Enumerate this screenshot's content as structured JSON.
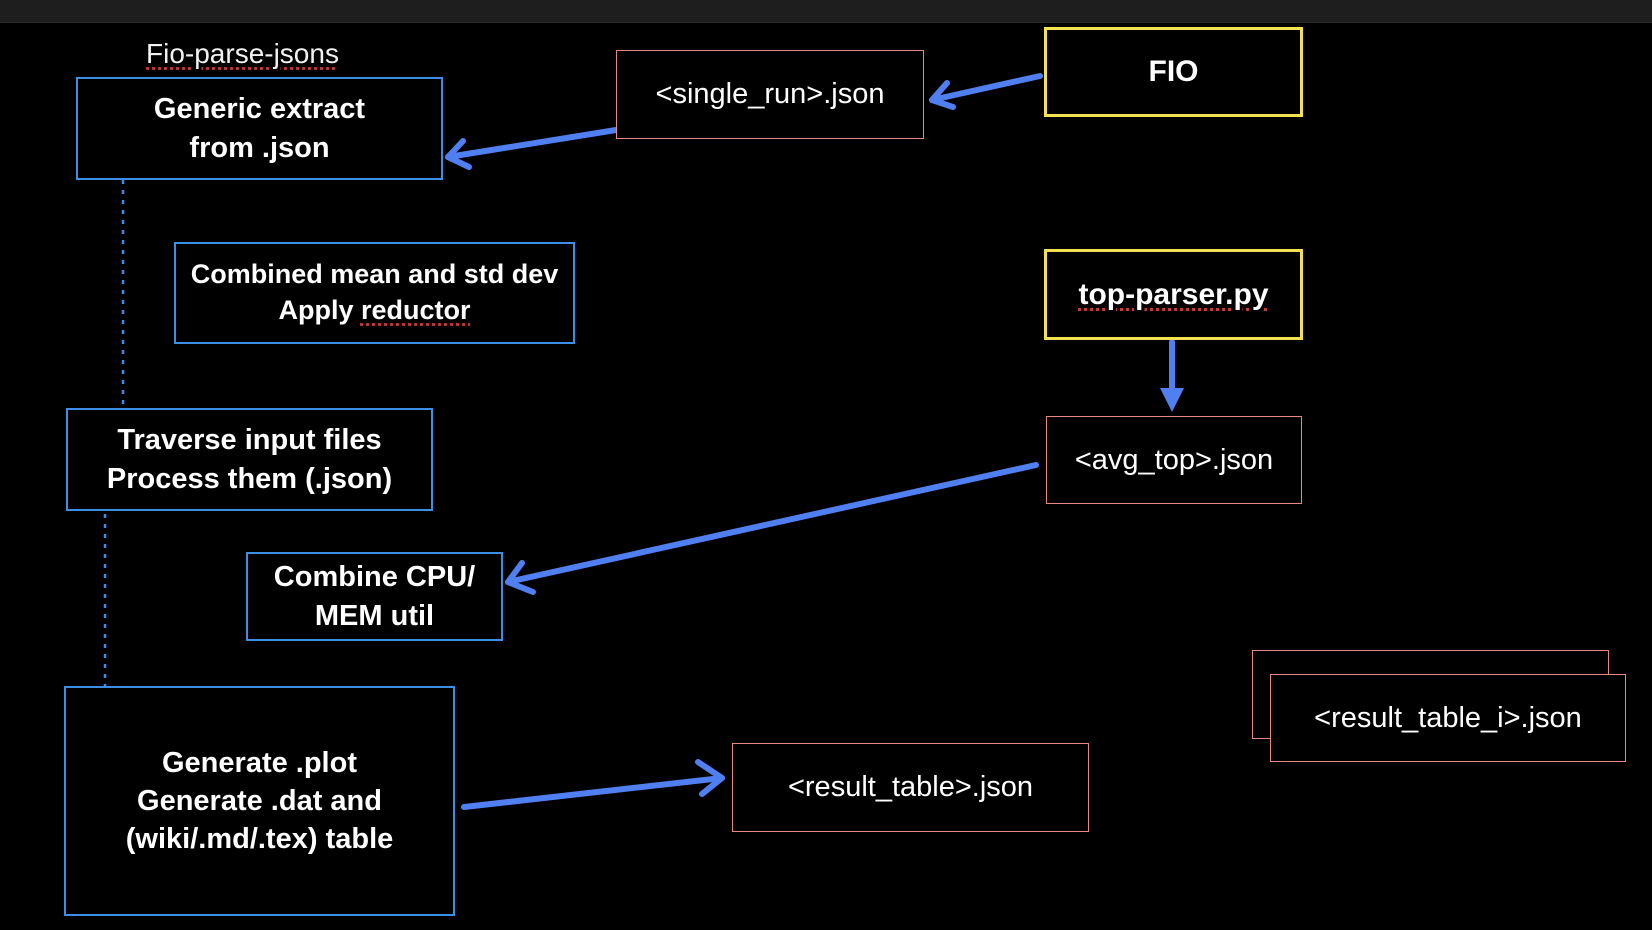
{
  "title": "Fio-parse-jsons",
  "nodes": {
    "generic_extract": {
      "line1": "Generic extract",
      "line2": "from .json"
    },
    "combined_mean": {
      "line1": "Combined mean and std dev",
      "line2_pre": "Apply ",
      "line2_underlined": "reductor"
    },
    "traverse": {
      "line1": "Traverse input files",
      "line2": "Process them (.json)"
    },
    "combine_cpu": {
      "line1": "Combine CPU/",
      "line2": "MEM util"
    },
    "generate": {
      "line1": "Generate .plot",
      "line2": "Generate .dat and",
      "line3": "(wiki/.md/.tex) table"
    },
    "single_run": {
      "label": "<single_run>.json"
    },
    "fio": {
      "label": "FIO"
    },
    "top_parser": {
      "label": "top-parser.py"
    },
    "avg_top": {
      "label": "<avg_top>.json"
    },
    "result_table": {
      "label": "<result_table>.json"
    },
    "result_table_i": {
      "label": "<result_table_i>.json"
    }
  },
  "colors": {
    "background": "#000000",
    "process_border": "#3d8fe6",
    "file_border": "#e58a7d",
    "tool_border": "#f4e152",
    "arrow": "#4f7ff0",
    "dotted_connector": "#3d8fe6"
  }
}
